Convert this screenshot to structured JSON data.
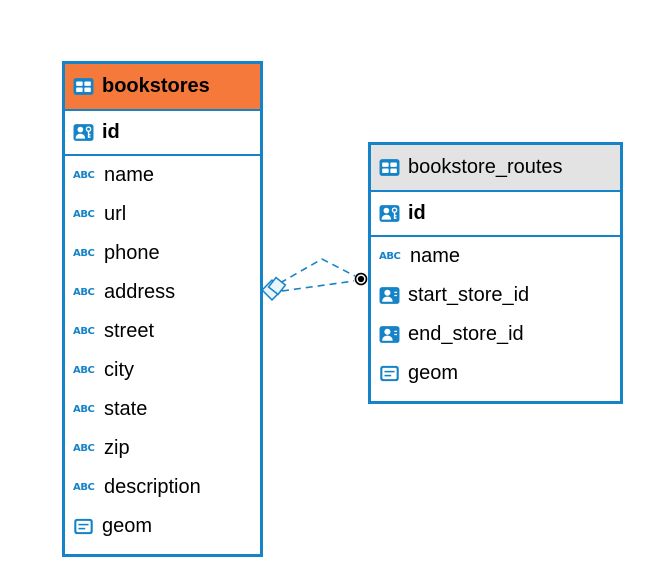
{
  "colors": {
    "accent_blue": "#1583c7",
    "selected_header_orange": "#f5793b",
    "header_gray": "#e3e3e3",
    "text": "#000000",
    "background": "#ffffff"
  },
  "icons": {
    "text_type_label": "ABC"
  },
  "tables": [
    {
      "name": "bookstores",
      "header_selected": true,
      "primary_key": {
        "name": "id",
        "type": "primary-key"
      },
      "columns": [
        {
          "name": "name",
          "type": "text"
        },
        {
          "name": "url",
          "type": "text"
        },
        {
          "name": "phone",
          "type": "text"
        },
        {
          "name": "address",
          "type": "text"
        },
        {
          "name": "street",
          "type": "text"
        },
        {
          "name": "city",
          "type": "text"
        },
        {
          "name": "state",
          "type": "text"
        },
        {
          "name": "zip",
          "type": "text"
        },
        {
          "name": "description",
          "type": "text"
        },
        {
          "name": "geom",
          "type": "geometry"
        }
      ]
    },
    {
      "name": "bookstore_routes",
      "header_selected": false,
      "primary_key": {
        "name": "id",
        "type": "primary-key"
      },
      "columns": [
        {
          "name": "name",
          "type": "text"
        },
        {
          "name": "start_store_id",
          "type": "reference"
        },
        {
          "name": "end_store_id",
          "type": "reference"
        },
        {
          "name": "geom",
          "type": "geometry"
        }
      ]
    }
  ],
  "relationships": {
    "count": 2,
    "from_table": "bookstores",
    "to_table": "bookstore_routes",
    "line_style": "dashed",
    "source_marker": "diamond",
    "target_marker": "dot"
  }
}
